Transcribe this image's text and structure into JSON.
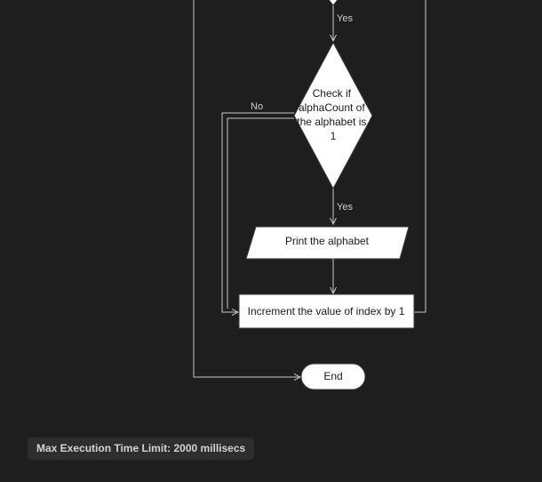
{
  "flowchart": {
    "nodes": {
      "decision_lines": [
        "Check if",
        "alphaCount of",
        "the alphabet is",
        "1"
      ],
      "print_label": "Print the alphabet",
      "increment_label": "Increment the value of index by 1",
      "end_label": "End"
    },
    "edges": {
      "yes_top": "Yes",
      "no_left": "No",
      "yes_bottom": "Yes"
    }
  },
  "footer": {
    "time_limit": "Max Execution Time Limit: 2000 millisecs"
  }
}
